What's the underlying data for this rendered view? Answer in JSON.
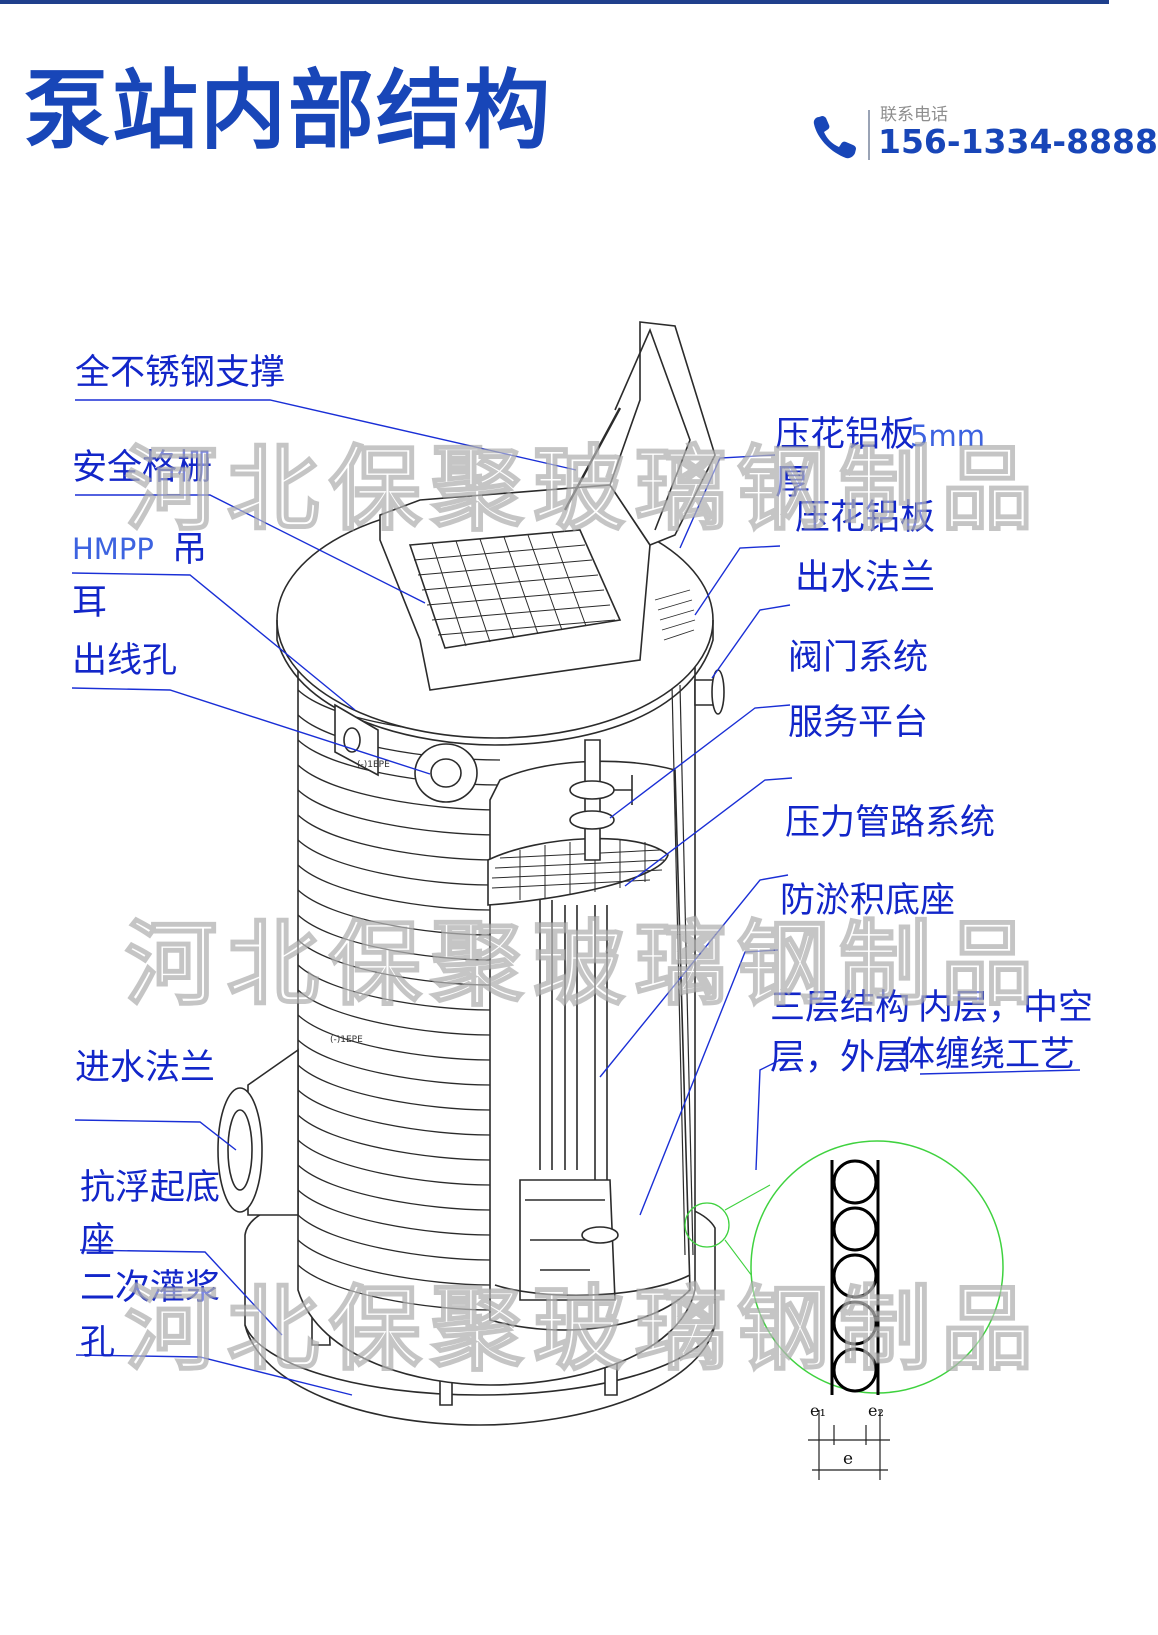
{
  "header": {
    "title": "泵站内部结构",
    "contact_caption": "联系电话",
    "phone_number": "156-1334-8888"
  },
  "callouts": {
    "stainless_support": "全不锈钢支撑",
    "safety_grille": "安全格栅",
    "hmpp_lifting_lug_1": "HMPP",
    "hmpp_lifting_lug_2": "吊",
    "hmpp_lifting_lug_3": "耳",
    "cable_outlet": "出线孔",
    "embossed_plate_thickness_1": "压花铝板",
    "embossed_plate_thickness_2": "5mm",
    "embossed_plate_thickness_3": "厚",
    "embossed_plate": "压花铝板",
    "outlet_flange": "出水法兰",
    "valve_system": "阀门系统",
    "service_platform": "服务平台",
    "pressure_pipe_system": "压力管路系统",
    "anti_silt_base": "防淤积底座",
    "three_layer_1": "三层结构",
    "three_layer_2": "内层，中空",
    "three_layer_3": "层，外层",
    "three_layer_4": "体缠绕工艺",
    "inlet_flange": "进水法兰",
    "anti_float_base_1": "抗浮起底",
    "anti_float_base_2": "座",
    "grouting_hole_1": "二次灌浆",
    "grouting_hole_2": "孔",
    "dimension_e1": "e₁",
    "dimension_e2": "e₂",
    "dimension_e": "e",
    "tank_marking_1": "(-)1EPE",
    "tank_marking_2": "(-)1EPE"
  },
  "watermark": "河北保聚玻璃钢制品",
  "colors": {
    "title_blue": "#1846b8",
    "callout_blue": "#1226c9",
    "leader_blue": "#1a2fd6",
    "line_drawing": "#2b2b2b",
    "detail_circle": "#3fd23f"
  }
}
